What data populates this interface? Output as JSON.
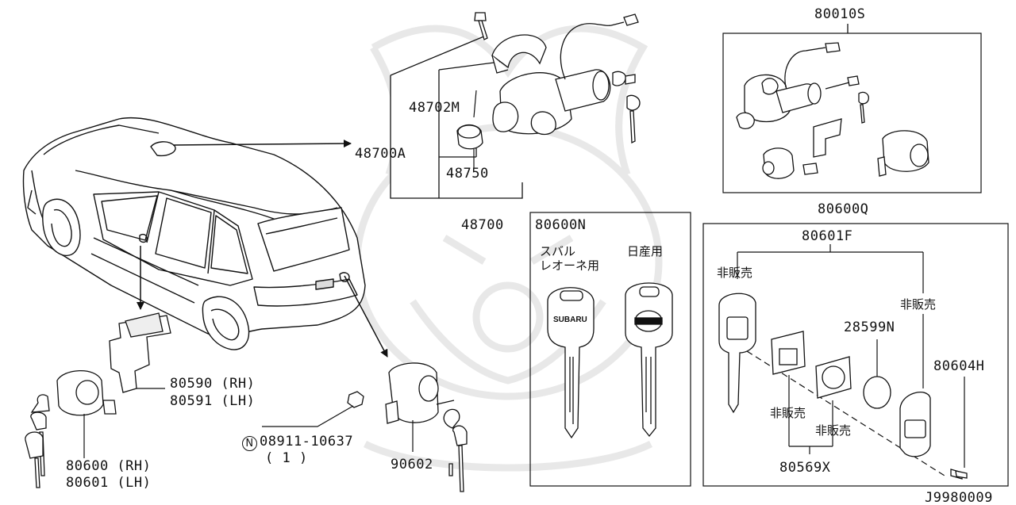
{
  "diagram_id": "J9980009",
  "watermark": "logo-crest",
  "parts": {
    "p80010S": "80010S",
    "p48702M": "48702M",
    "p48700A": "48700A",
    "p48750": "48750",
    "p48700": "48700",
    "p80600N": "80600N",
    "p80600Q": "80600Q",
    "p80601F": "80601F",
    "p28599N": "28599N",
    "p80604H": "80604H",
    "p80569X": "80569X",
    "p80590": "80590 (RH)",
    "p80591": "80591 (LH)",
    "p80600": "80600 (RH)",
    "p80601": "80601 (LH)",
    "p08911": "08911-10637",
    "p08911_qty": "( 1 )",
    "p90602": "90602",
    "n_symbol": "N"
  },
  "notes": {
    "subaru_line1": "スバル",
    "subaru_line2": "レオーネ用",
    "nissan": "日産用",
    "not_for_sale_1": "非販売",
    "not_for_sale_2": "非販売",
    "not_for_sale_3": "非販売",
    "not_for_sale_4": "非販売"
  },
  "key_heads": {
    "subaru": "SUBARU"
  }
}
